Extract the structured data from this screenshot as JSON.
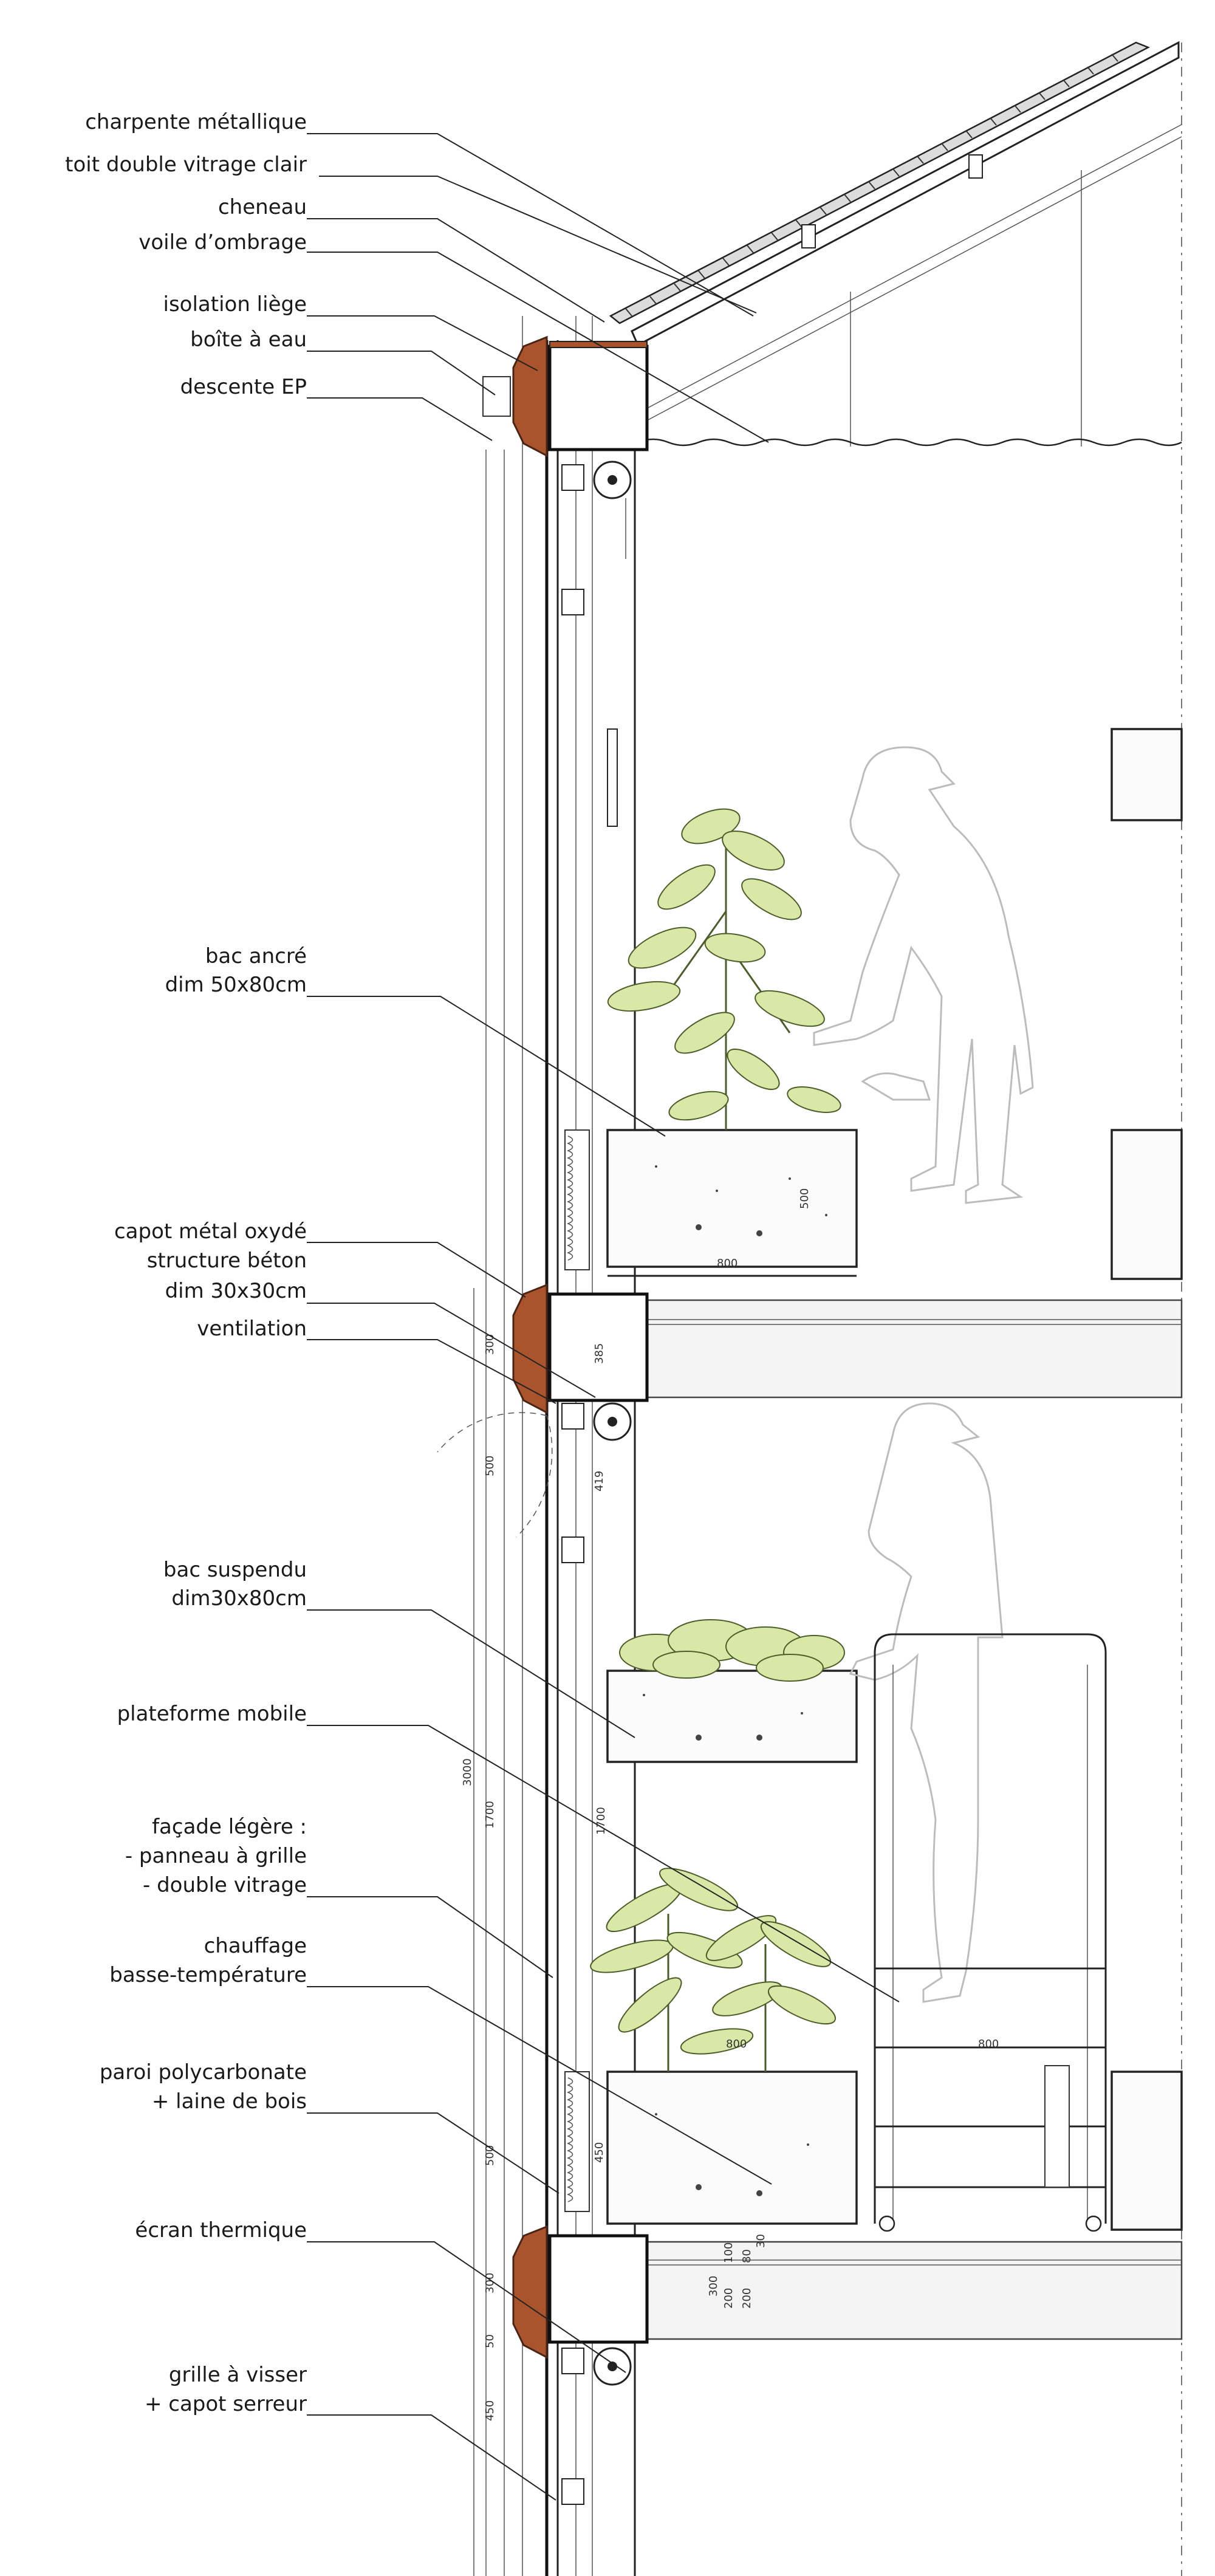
{
  "labels": {
    "charpente": "charpente métallique",
    "toit": "toit double vitrage clair",
    "cheneau": "cheneau",
    "voile": "voile d’ombrage",
    "isolation": "isolation liège",
    "boite": "boîte à eau",
    "descente": "descente EP",
    "bac_ancre_1": "bac ancré",
    "bac_ancre_2": "dim 50x80cm",
    "capot_1": "capot métal oxydé",
    "capot_2": "structure béton",
    "capot_3": "dim 30x30cm",
    "ventilation": "ventilation",
    "bac_susp_1": "bac suspendu",
    "bac_susp_2": "dim30x80cm",
    "plateforme": "plateforme mobile",
    "facade_1": "façade légère :",
    "facade_2": "- panneau à grille",
    "facade_3": "- double vitrage",
    "chauffage_1": "chauffage",
    "chauffage_2": "basse-température",
    "paroi_1": "paroi polycarbonate",
    "paroi_2": "+ laine de bois",
    "ecran": "écran thermique",
    "grille_1": "grille à visser",
    "grille_2": "+ capot serreur"
  },
  "dimensions": {
    "d800_top": "800",
    "d500_top": "500",
    "d300_a": "300",
    "d385": "385",
    "d419": "419",
    "d500_b": "500",
    "d3000": "3000",
    "d1700_a": "1700",
    "d1700_b": "1700",
    "d800_mid": "800",
    "d800_plat": "800",
    "d450": "450",
    "d500_c": "500",
    "d300_b": "300",
    "d50": "50",
    "d450_b": "450",
    "d300_c": "300",
    "d200_a": "200",
    "d200_b": "200",
    "d100": "100",
    "d80": "80",
    "d30": "30"
  },
  "colors": {
    "cork": "#a9542c",
    "foliage": "#d9e8a6",
    "ink": "#1a1a1a"
  }
}
